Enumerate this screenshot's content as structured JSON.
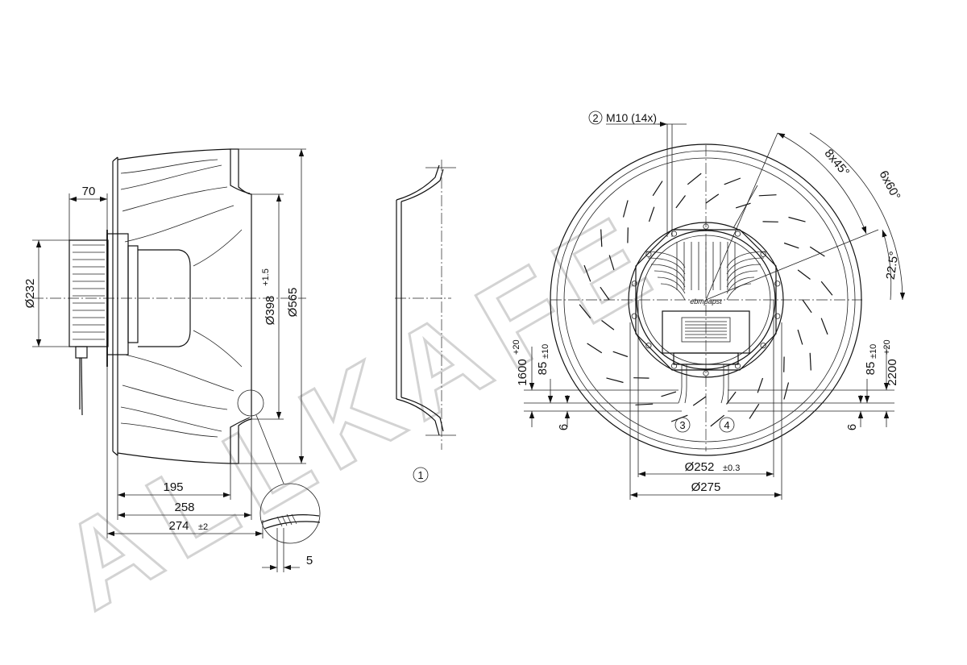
{
  "watermark": "ALLKAFE",
  "callouts": {
    "item1": "1",
    "item2": "2",
    "item3": "3",
    "item4": "4"
  },
  "side_view": {
    "dim_70": "70",
    "dim_d232": "Ø232",
    "dim_d398": "Ø398",
    "dim_d398_tol": "+1.5",
    "dim_d565": "Ø565",
    "dim_195": "195",
    "dim_258": "258",
    "dim_274": "274",
    "dim_274_tol": "±2",
    "dim_5": "5"
  },
  "front_view": {
    "thread": "M10 (14x)",
    "angle_8x45": "8x45°",
    "angle_6x60": "6x60°",
    "angle_22_5": "22.5°",
    "dim_1600": "1600",
    "dim_1600_tol": "+20",
    "dim_85_left": "85",
    "dim_85_left_tol": "±10",
    "dim_6_left": "6",
    "dim_85_right": "85",
    "dim_85_right_tol": "±10",
    "dim_2200": "2200",
    "dim_2200_tol": "+20",
    "dim_6_right": "6",
    "dim_d252": "Ø252",
    "dim_d252_tol": "±0.3",
    "dim_d275": "Ø275",
    "brand": "ebmpapst"
  }
}
